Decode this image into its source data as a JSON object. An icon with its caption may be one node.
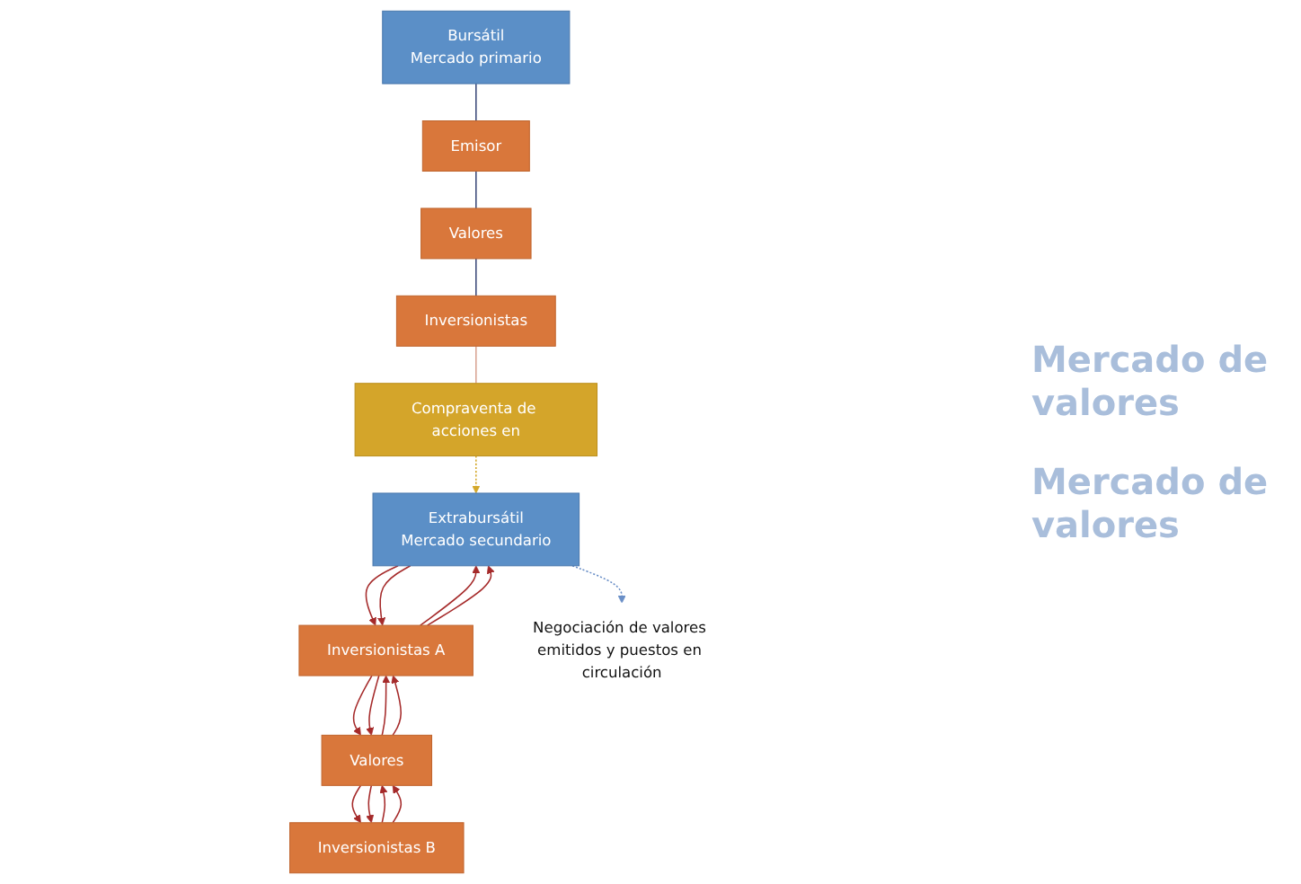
{
  "diagram": {
    "nodes": [
      {
        "text": [
          "Bursátil",
          "Mercado primario"
        ]
      },
      {
        "text": [
          "Emisor"
        ]
      },
      {
        "text": [
          "Valores"
        ]
      },
      {
        "text": [
          "Inversionistas"
        ]
      },
      {
        "text": [
          "Compraventa de acciones en"
        ]
      },
      {
        "text": [
          "Extrabursátil",
          "Mercado secundario"
        ]
      },
      {
        "text": [
          "Inversionistas A"
        ]
      },
      {
        "text": [
          "Valores"
        ]
      },
      {
        "text": [
          "Inversionistas B"
        ]
      },
      {
        "text": [
          "Negociación de valores emitidos y puestos en circulación"
        ]
      }
    ],
    "edges": [
      {
        "from": 0,
        "to": 1,
        "arrow": "none",
        "color": "#3b4a7a"
      },
      {
        "from": 1,
        "to": 2,
        "arrow": "none",
        "color": "#3b4a7a"
      },
      {
        "from": 2,
        "to": 3,
        "arrow": "none",
        "color": "#3b4a7a"
      },
      {
        "from": 3,
        "to": 4,
        "arrow": "none",
        "color": "#d9a594"
      },
      {
        "from": 4,
        "to": 5,
        "arrow": "to",
        "style": "dashed",
        "color": "#d4a82a"
      },
      {
        "from": 5,
        "to": 6,
        "arrow": "to"
      },
      {
        "from": 6,
        "to": 5,
        "arrow": "to"
      },
      {
        "from": 5,
        "to": 6,
        "arrow": "to"
      },
      {
        "from": 6,
        "to": 5,
        "arrow": "to"
      },
      {
        "from": 6,
        "to": 7,
        "arrow": "to"
      },
      {
        "from": 7,
        "to": 6,
        "arrow": "to"
      },
      {
        "from": 6,
        "to": 7,
        "arrow": "to"
      },
      {
        "from": 7,
        "to": 6,
        "arrow": "to"
      },
      {
        "from": 7,
        "to": 8,
        "arrow": "to"
      },
      {
        "from": 8,
        "to": 7,
        "arrow": "to"
      },
      {
        "from": 7,
        "to": 8,
        "arrow": "to"
      },
      {
        "from": 8,
        "to": 7,
        "arrow": "to"
      },
      {
        "from": 5,
        "to": 9,
        "arrow": "to",
        "style": "dashed",
        "color": "#6a8fc7"
      }
    ],
    "labels": [
      "Mercado de valores",
      "Mercado de valores"
    ]
  }
}
